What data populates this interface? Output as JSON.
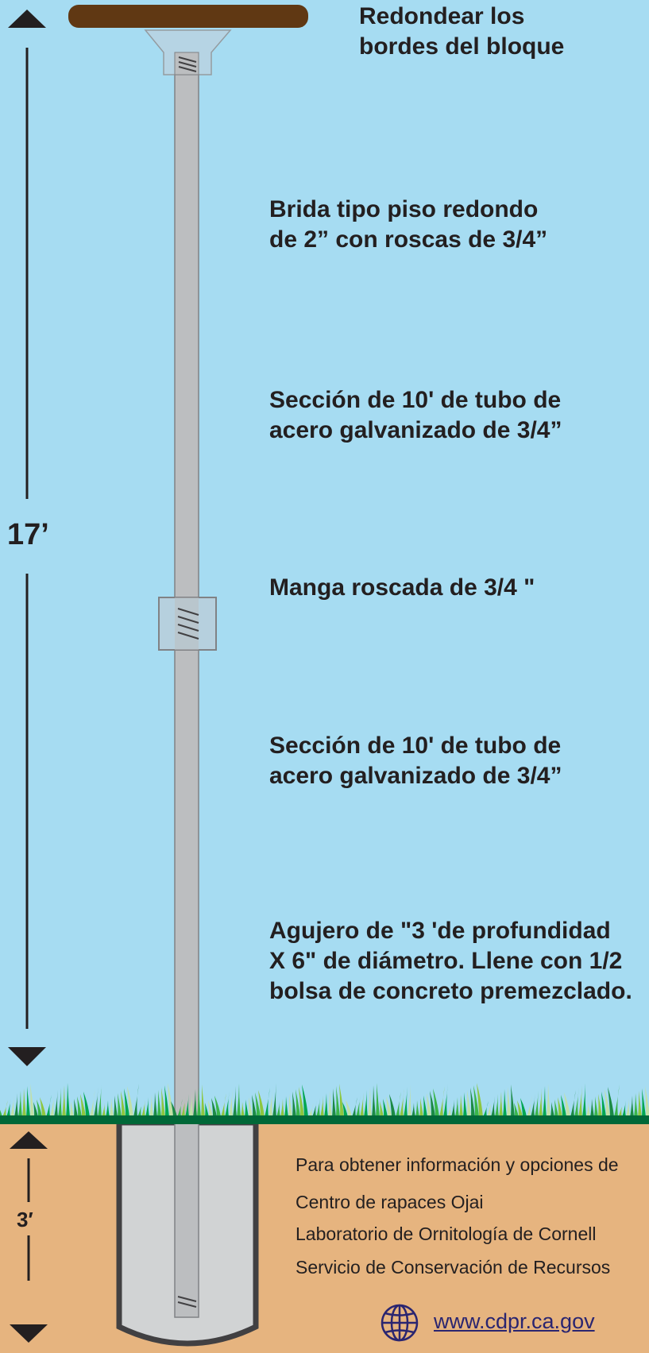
{
  "labels": {
    "round_edges": "Redondear los\nbordes del bloque",
    "flange": "Brida tipo piso redondo\nde 2”  con roscas de 3/4”",
    "section_upper": "Sección de 10' de tubo de\nacero galvanizado de 3/4”",
    "sleeve": "Manga roscada de 3/4 \"",
    "section_lower": "Sección de 10' de tubo de\nacero galvanizado de 3/4”",
    "hole": "Agujero de \"3 'de profundidad\nX 6\" de diámetro. Llene con 1/2\nbolsa de concreto premezclado."
  },
  "dimensions": {
    "above_ground": "17’",
    "below_ground": "3′"
  },
  "info": {
    "intro": "Para obtener información y opciones de",
    "orgs": [
      "Centro de rapaces Ojai",
      "Laboratorio de Ornitología de Cornell",
      "Servicio de Conservación de Recursos"
    ]
  },
  "website": {
    "icon": "globe-icon",
    "url": "www.cdpr.ca.gov"
  },
  "colors": {
    "sky": "#a6dcf2",
    "soil": "#e6b47f",
    "block": "#603813",
    "pipe": "#bcbec0",
    "grass": "#006838",
    "text": "#231f20",
    "link": "#2a2570"
  }
}
